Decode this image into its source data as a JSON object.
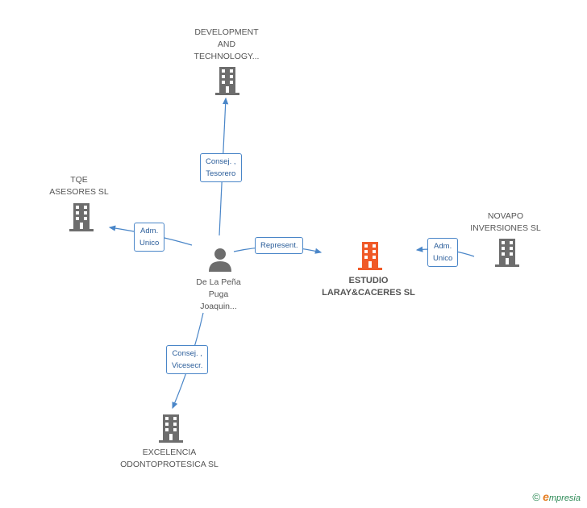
{
  "nodes": {
    "development": {
      "lines": [
        "DEVELOPMENT",
        "AND",
        "TECHNOLOGY..."
      ]
    },
    "tqe": {
      "lines": [
        "TQE",
        "ASESORES SL"
      ]
    },
    "person": {
      "lines": [
        "De La Peña",
        "Puga",
        "Joaquin..."
      ]
    },
    "estudio": {
      "lines": [
        "ESTUDIO",
        "LARAY&CACERES SL"
      ]
    },
    "novapo": {
      "lines": [
        "NOVAPO",
        "INVERSIONES SL"
      ]
    },
    "excelencia": {
      "lines": [
        "EXCELENCIA",
        "ODONTOPROTESICA SL"
      ]
    }
  },
  "edges": {
    "consej_tesorero": {
      "lines": [
        "Consej. ,",
        "Tesorero"
      ]
    },
    "adm_unico_tqe": {
      "lines": [
        "Adm.",
        "Unico"
      ]
    },
    "represent": {
      "lines": [
        "Represent."
      ]
    },
    "adm_unico_novapo": {
      "lines": [
        "Adm.",
        "Unico"
      ]
    },
    "consej_vicesecr": {
      "lines": [
        "Consej. ,",
        "Vicesecr."
      ]
    }
  },
  "colors": {
    "company": "#6d6d6d",
    "main_company": "#f05a28",
    "person": "#6d6d6d",
    "edge": "#4a86c8"
  },
  "brand": {
    "copyright": "©",
    "e": "e",
    "rest": "mpresia"
  }
}
